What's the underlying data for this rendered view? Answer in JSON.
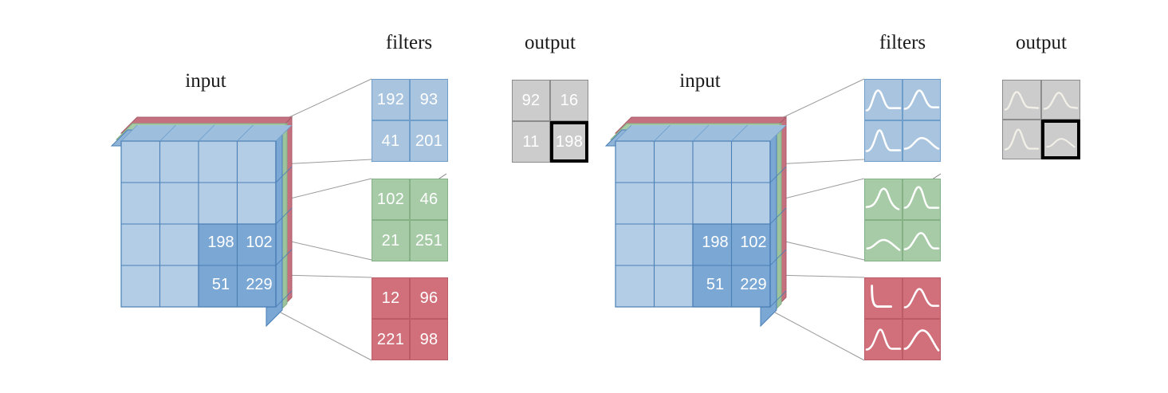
{
  "diagram": {
    "title_font": "serif",
    "panels": [
      {
        "id": "left",
        "input_label": "input",
        "filters_label": "filters",
        "output_label": "output",
        "mode": "numbers",
        "input_cube": {
          "rows": 4,
          "cols": 4,
          "depth_layers": [
            "blue",
            "green",
            "red"
          ],
          "highlight": {
            "values": [
              [
                "198",
                "102"
              ],
              [
                "51",
                "229"
              ]
            ]
          }
        },
        "filters": [
          {
            "channel": "blue",
            "color": "#a8c4de",
            "values": [
              [
                "192",
                "93"
              ],
              [
                "41",
                "201"
              ]
            ]
          },
          {
            "channel": "green",
            "color": "#a6cba6",
            "values": [
              [
                "102",
                "46"
              ],
              [
                "21",
                "251"
              ]
            ]
          },
          {
            "channel": "red",
            "color": "#d1707a",
            "values": [
              [
                "12",
                "96"
              ],
              [
                "221",
                "98"
              ]
            ]
          }
        ],
        "output": {
          "color": "#cccccc",
          "values": [
            [
              "92",
              "16"
            ],
            [
              "11",
              "198"
            ]
          ],
          "highlight_cell": [
            1,
            1
          ]
        }
      },
      {
        "id": "right",
        "input_label": "input",
        "filters_label": "filters",
        "output_label": "output",
        "mode": "curves",
        "input_cube": {
          "rows": 4,
          "cols": 4,
          "depth_layers": [
            "blue",
            "green",
            "red"
          ],
          "highlight": {
            "values": [
              [
                "198",
                "102"
              ],
              [
                "51",
                "229"
              ]
            ]
          }
        },
        "filters": [
          {
            "channel": "blue",
            "color": "#a8c4de",
            "curves": [
              [
                "bump-left",
                "peak-center"
              ],
              [
                "peak-narrow",
                "hump-broad"
              ]
            ]
          },
          {
            "channel": "green",
            "color": "#a6cba6",
            "curves": [
              [
                "bump-right",
                "peak-tall"
              ],
              [
                "hump-low",
                "peak-center"
              ]
            ]
          },
          {
            "channel": "red",
            "color": "#d1707a",
            "curves": [
              [
                "spike-left",
                "peak-center"
              ],
              [
                "peak-narrow",
                "hump-wide"
              ]
            ]
          }
        ],
        "output": {
          "color": "#cccccc",
          "curves": [
            [
              "bump-left",
              "peak-center"
            ],
            [
              "peak-narrow",
              "hump-broad"
            ]
          ],
          "highlight_cell": [
            1,
            1
          ]
        }
      }
    ],
    "colors": {
      "blue_face": "#a8c4de",
      "blue_face_hl": "#7ba7d4",
      "blue_edge": "#4a7fb5",
      "green_layer": "#a6cba6",
      "red_layer": "#c4707e",
      "gray": "#cccccc",
      "guide_line": "#8a8a8a",
      "highlight_border": "#000000"
    }
  }
}
